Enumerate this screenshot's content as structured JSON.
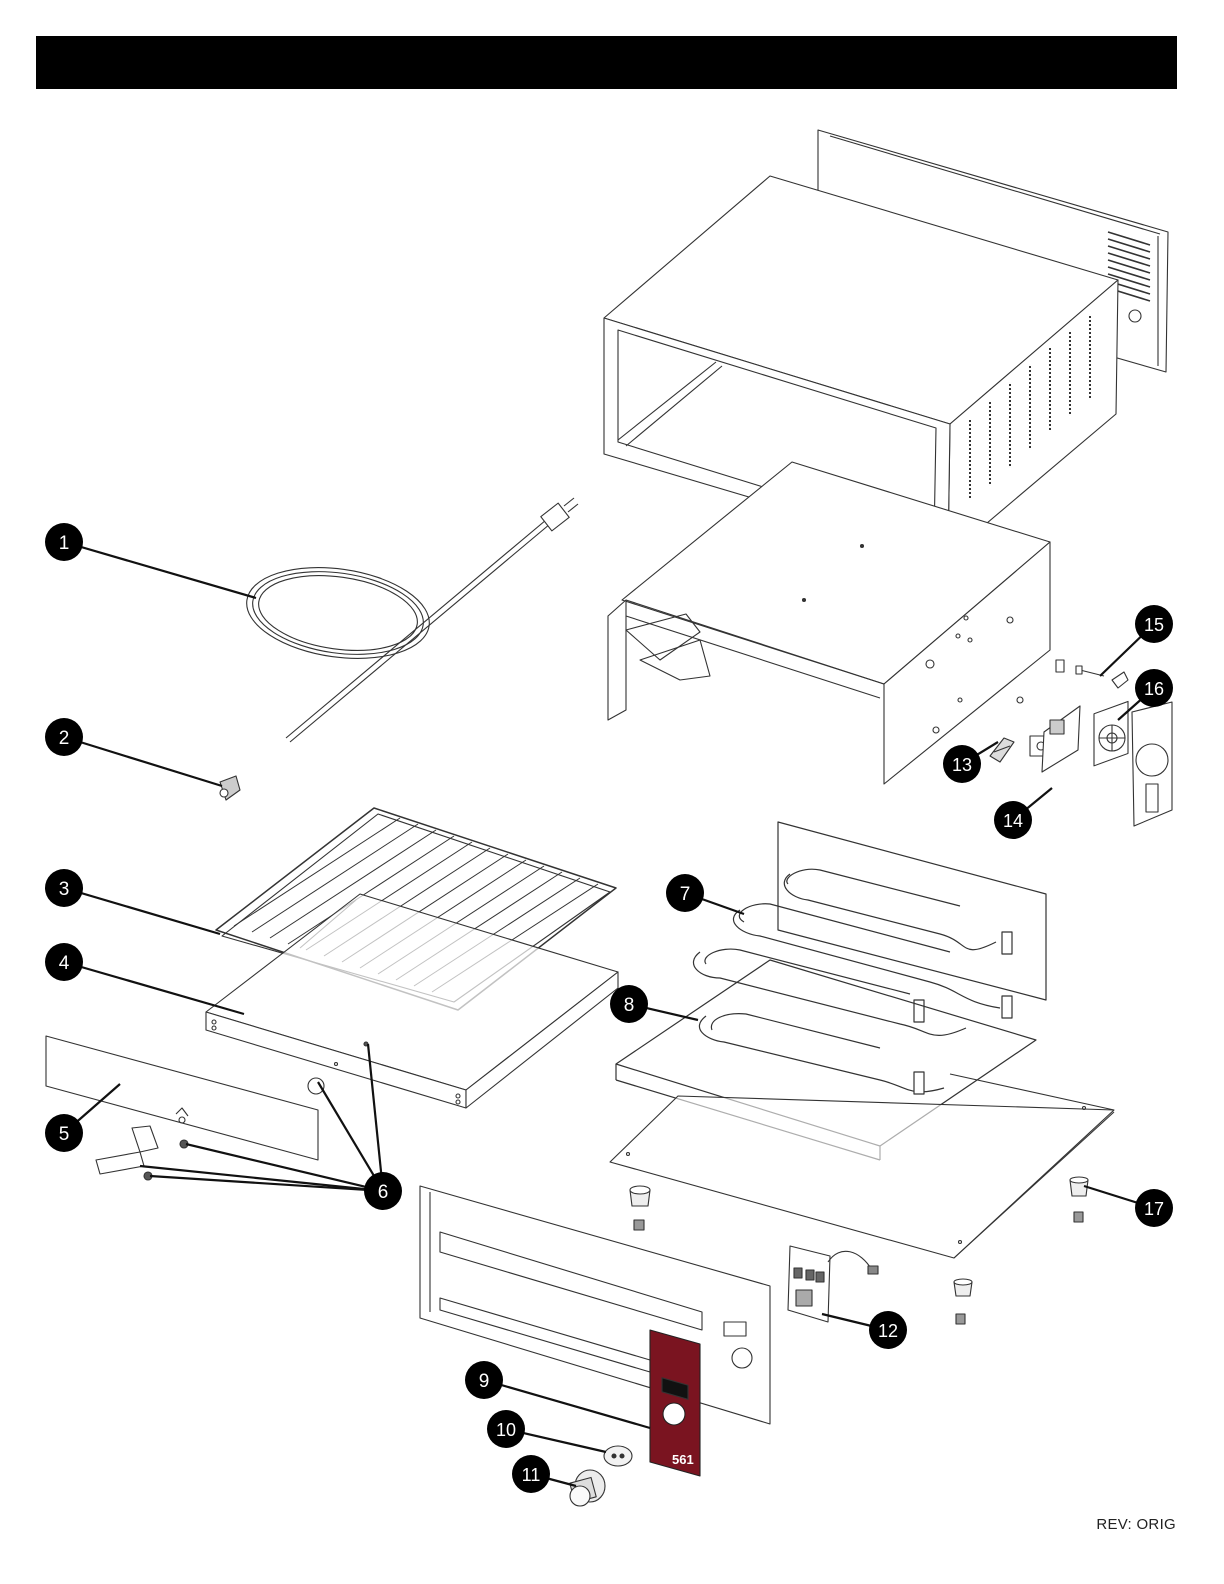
{
  "header": {
    "background": "#000000"
  },
  "callouts": [
    {
      "number": "1",
      "part": "power-cord"
    },
    {
      "number": "2",
      "part": "cord-strain-relief"
    },
    {
      "number": "3",
      "part": "wire-rack"
    },
    {
      "number": "4",
      "part": "crumb-tray"
    },
    {
      "number": "5",
      "part": "bottom-front-panel"
    },
    {
      "number": "6",
      "part": "mounting-hardware"
    },
    {
      "number": "7",
      "part": "upper-heating-element"
    },
    {
      "number": "8",
      "part": "lower-heating-element"
    },
    {
      "number": "9",
      "part": "control-panel-overlay"
    },
    {
      "number": "10",
      "part": "knob-insert"
    },
    {
      "number": "11",
      "part": "control-knob"
    },
    {
      "number": "12",
      "part": "control-board"
    },
    {
      "number": "13",
      "part": "terminal-clip"
    },
    {
      "number": "14",
      "part": "relay-module"
    },
    {
      "number": "15",
      "part": "sensor-probe"
    },
    {
      "number": "16",
      "part": "cooling-fan"
    },
    {
      "number": "17",
      "part": "foot"
    }
  ],
  "overlay": {
    "badge_text": "561",
    "color": "#7a1420"
  },
  "revision": "REV: ORIG"
}
